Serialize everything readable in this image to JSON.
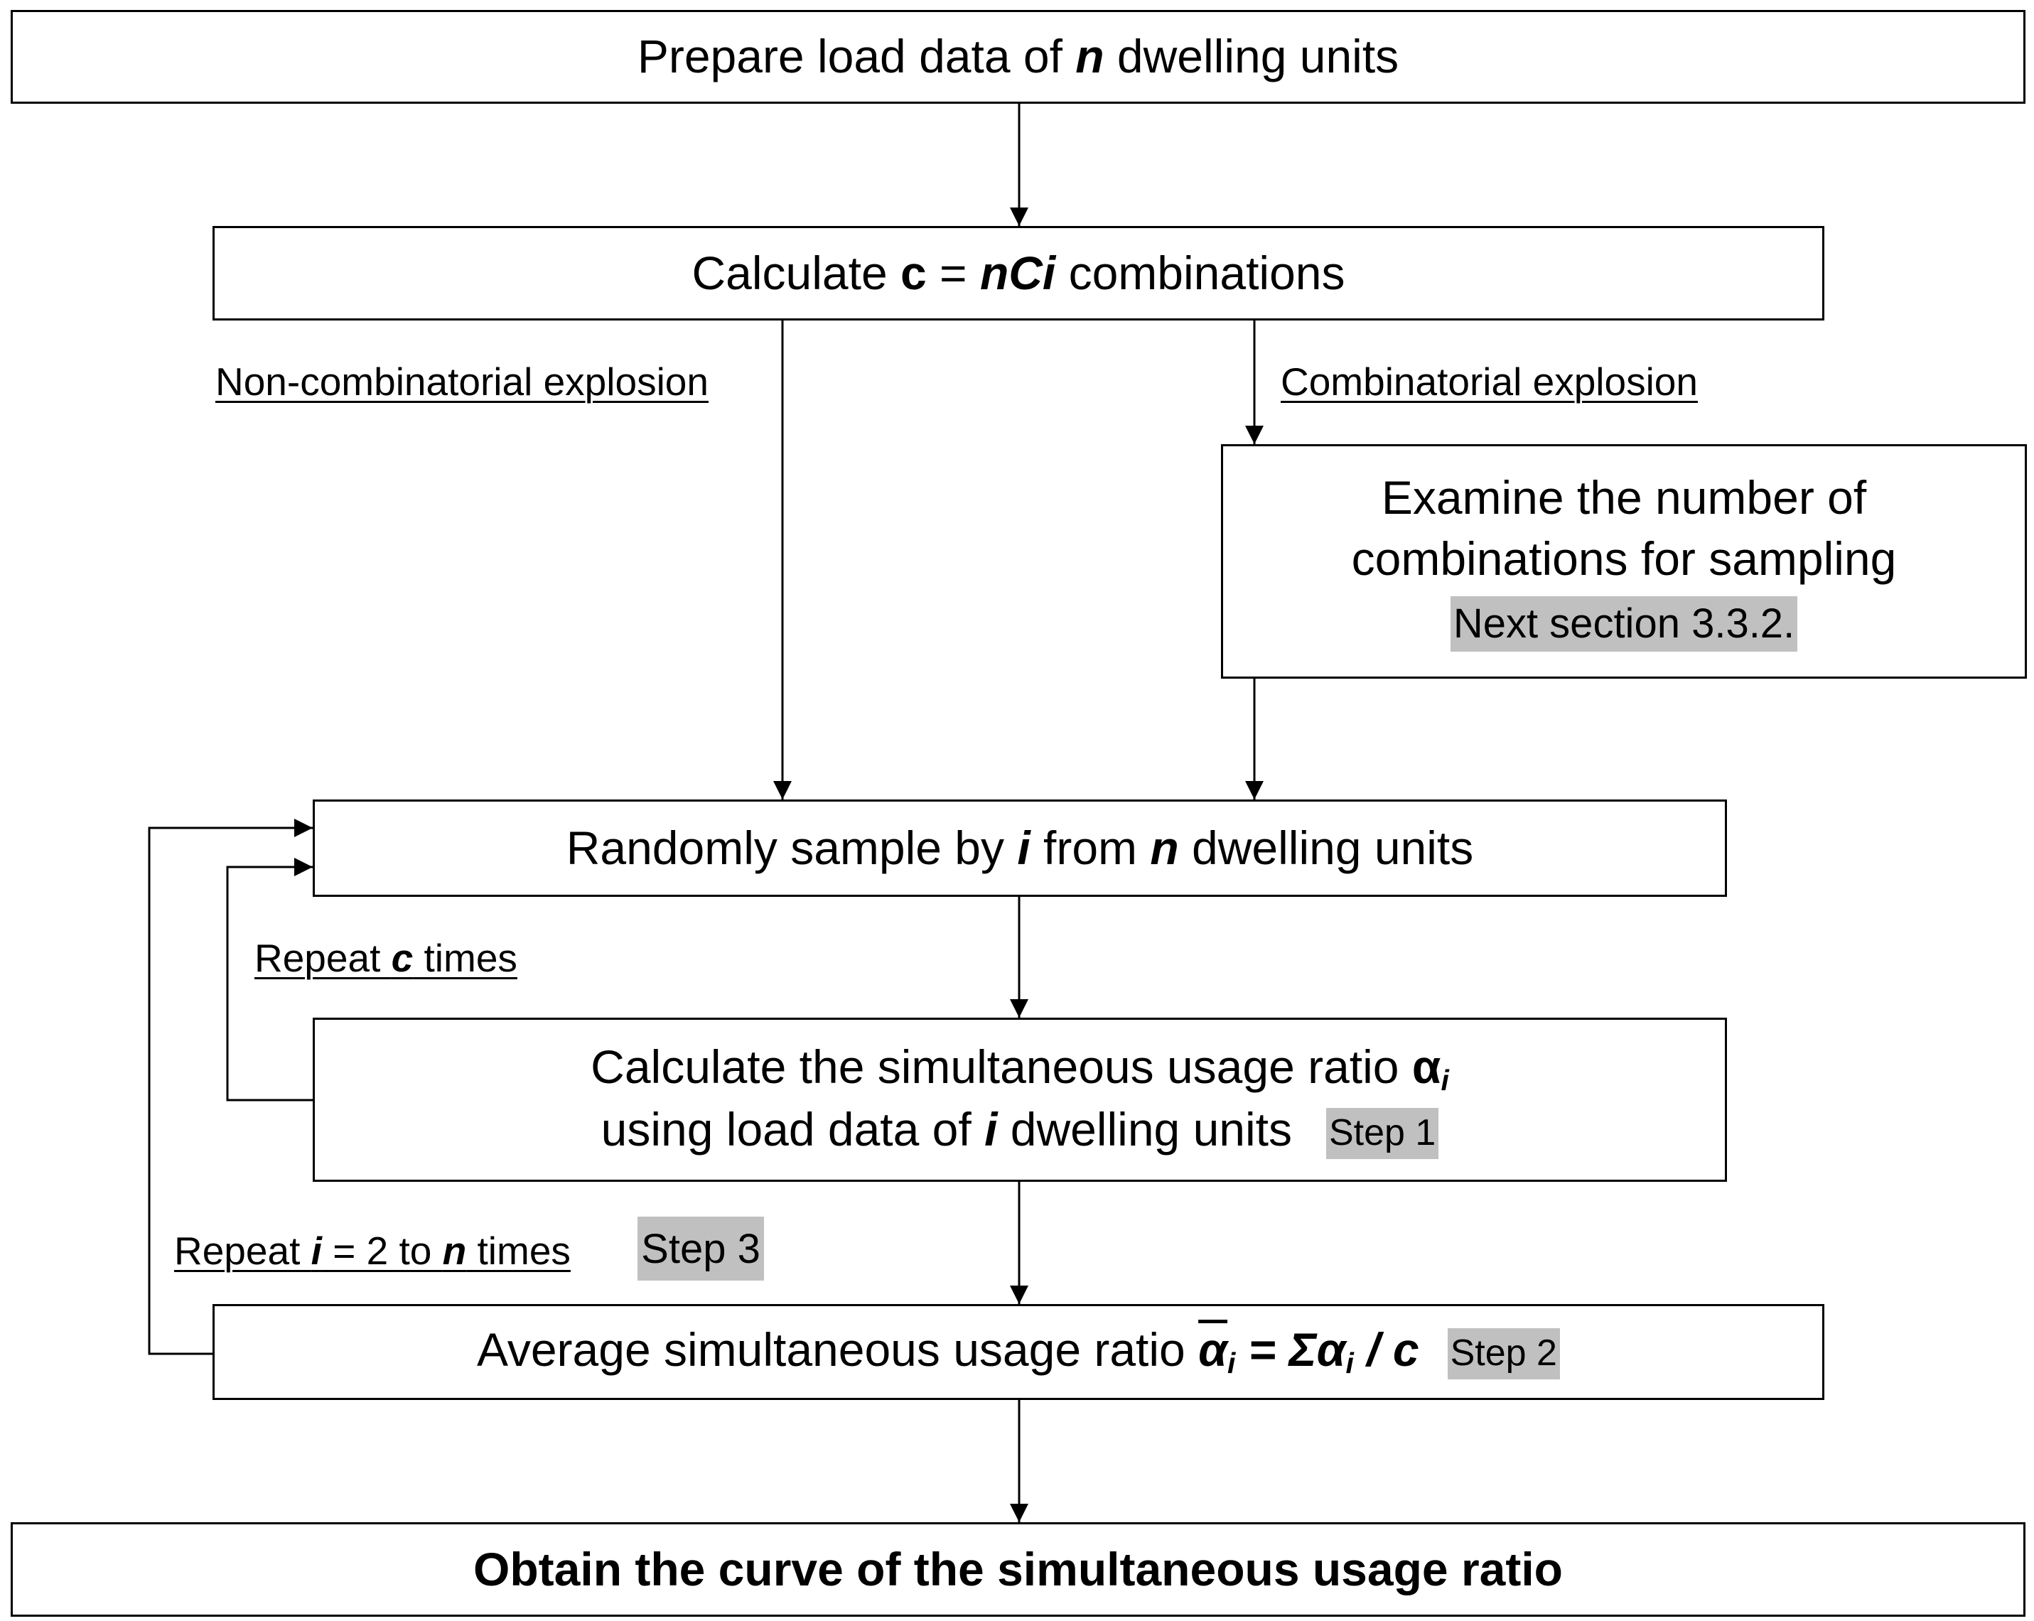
{
  "boxes": {
    "prepare": {
      "before": "Prepare load data of ",
      "var_n": "n",
      "after": " dwelling units"
    },
    "calc_comb": {
      "before": "Calculate ",
      "var_c": "c",
      "eq": " = ",
      "var_nci": "nCi",
      "after": " combinations"
    },
    "examine": {
      "line1": "Examine the number of",
      "line2": "combinations for sampling",
      "badge": "Next section 3.3.2."
    },
    "sample": {
      "before": "Randomly sample by ",
      "var_i": "i",
      "mid": " from ",
      "var_n": "n",
      "after": " dwelling units"
    },
    "calc_ratio": {
      "line1_before": "Calculate the simultaneous usage ratio ",
      "alpha": "α",
      "sub_i": "i",
      "line2_before": "using load data of ",
      "var_i": "i",
      "line2_after": " dwelling units",
      "badge": "Step 1"
    },
    "average": {
      "before": "Average simultaneous usage ratio ",
      "alpha_bar": "α",
      "sub_i": "i",
      "eq_sigma": " = Σα",
      "sub_i2": "i",
      "div": " / ",
      "var_c": "c",
      "badge": "Step 2"
    },
    "obtain": {
      "text": "Obtain the curve of the simultaneous usage ratio"
    }
  },
  "labels": {
    "non_comb": "Non-combinatorial explosion",
    "comb": "Combinatorial explosion",
    "repeat_c": {
      "before": "Repeat ",
      "var_c": "c",
      "after": " times"
    },
    "repeat_i": {
      "before": "Repeat ",
      "var_i": "i",
      "mid": " = 2 to ",
      "var_n": "n",
      "after": " times"
    },
    "step3": "Step 3"
  }
}
